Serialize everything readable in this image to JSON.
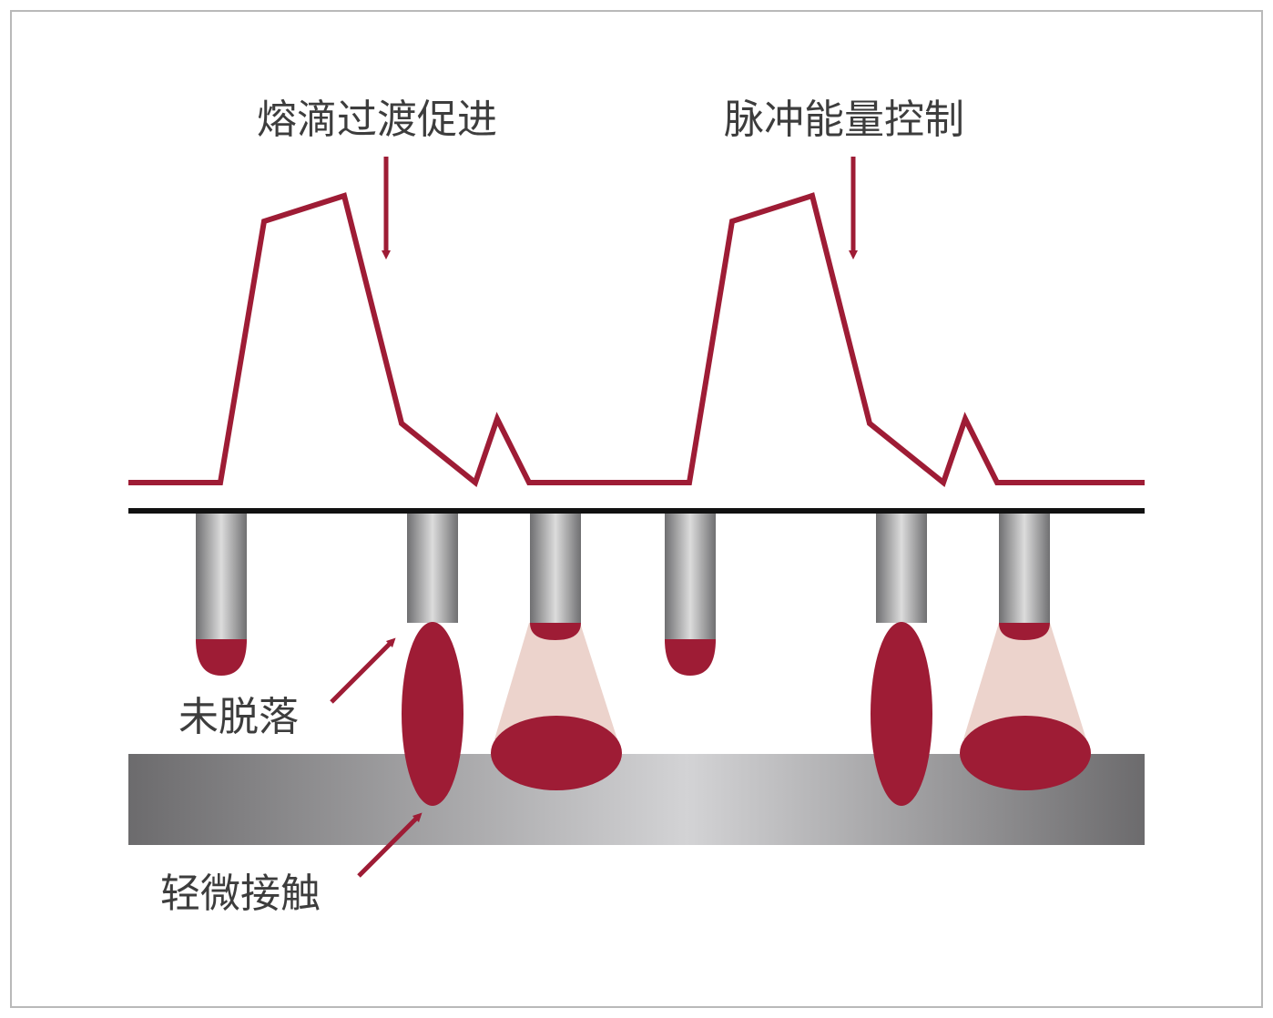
{
  "labels": {
    "droplet_transfer": "熔滴过渡促进",
    "pulse_energy": "脉冲能量控制",
    "not_detached": "未脱落",
    "slight_contact": "轻微接触"
  },
  "colors": {
    "accent": "#9e1c35",
    "spatter_cone": "#ecd3cc",
    "baseline": "#111111",
    "workpiece_dark": "#6c6b6d",
    "workpiece_light": "#d3d3d5",
    "electrode_dark": "#6f6f71",
    "electrode_light": "#dcdcdc",
    "text": "#3d3d3d",
    "frame": "#b9b9b9"
  }
}
